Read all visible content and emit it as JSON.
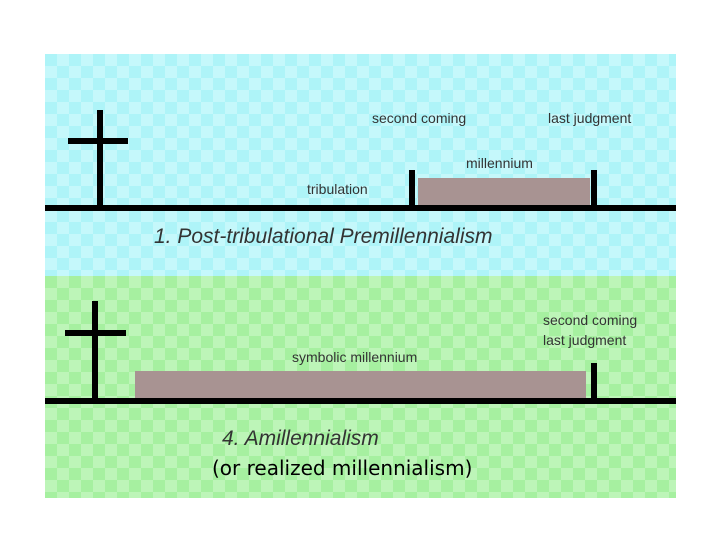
{
  "top_panel": {
    "title": "1. Post-tribulational Premillennialism",
    "labels": {
      "second_coming": "second coming",
      "last_judgment": "last judgment",
      "millennium": "millennium",
      "tribulation": "tribulation"
    }
  },
  "bottom_panel": {
    "title": "4. Amillennialism",
    "labels": {
      "second_coming": "second coming",
      "last_judgment": "last judgment",
      "symbolic_millennium": "symbolic millennium"
    }
  },
  "caption": "(or realized millennialism)",
  "colors": {
    "top_background": "#aef4f8",
    "bottom_background": "#a6f0a0",
    "millennium_block": "#a89392",
    "lines": "#000000"
  }
}
